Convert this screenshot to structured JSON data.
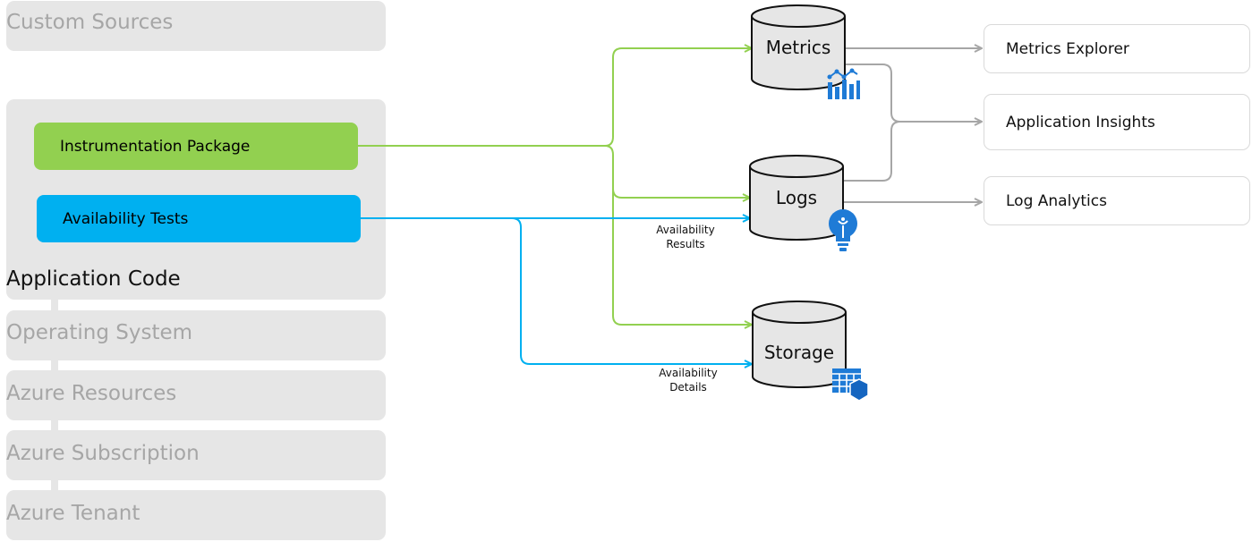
{
  "tiers": {
    "custom_sources": "Custom Sources",
    "application_code": "Application Code",
    "operating_system": "Operating System",
    "azure_resources": "Azure Resources",
    "azure_subscription": "Azure Subscription",
    "azure_tenant": "Azure Tenant"
  },
  "sources": {
    "instrumentation_package": "Instrumentation Package",
    "availability_tests": "Availability Tests"
  },
  "stores": {
    "metrics": "Metrics",
    "logs": "Logs",
    "storage": "Storage"
  },
  "edge_labels": {
    "availability_results": [
      "Availability",
      "Results"
    ],
    "availability_details": [
      "Availability",
      "Details"
    ]
  },
  "destinations": {
    "metrics_explorer": "Metrics Explorer",
    "application_insights": "Application Insights",
    "log_analytics": "Log Analytics"
  },
  "colors": {
    "instrumentation": "#92d050",
    "availability": "#00b0f0",
    "gray_wire": "#a6a6a6",
    "icon_blue": "#1f7bd6",
    "tier_bg": "#e6e6e6"
  },
  "icons": [
    "metrics-chart-icon",
    "lightbulb-icon",
    "storage-table-icon"
  ]
}
